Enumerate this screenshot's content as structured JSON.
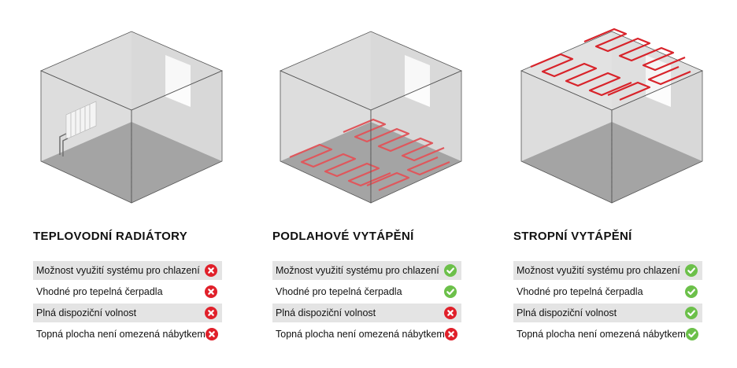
{
  "columns": [
    {
      "title": "TEPLOVODNÍ RADIÁTORY",
      "illustration": "radiator-room",
      "rows": [
        {
          "label": "Možnost využití systému pro chlazení",
          "status": "no"
        },
        {
          "label": "Vhodné pro tepelná čerpadla",
          "status": "no"
        },
        {
          "label": "Plná dispoziční volnost",
          "status": "no"
        },
        {
          "label": "Topná plocha není omezená nábytkem",
          "status": "no"
        }
      ]
    },
    {
      "title": "PODLAHOVÉ VYTÁPĚNÍ",
      "illustration": "floor-heating-room",
      "rows": [
        {
          "label": "Možnost využití systému pro chlazení",
          "status": "yes"
        },
        {
          "label": "Vhodné pro tepelná čerpadla",
          "status": "yes"
        },
        {
          "label": "Plná dispoziční volnost",
          "status": "no"
        },
        {
          "label": "Topná plocha není omezená nábytkem",
          "status": "no"
        }
      ]
    },
    {
      "title": "STROPNÍ VYTÁPĚNÍ",
      "illustration": "ceiling-heating-room",
      "rows": [
        {
          "label": "Možnost využití systému pro chlazení",
          "status": "yes"
        },
        {
          "label": "Vhodné pro tepelná čerpadla",
          "status": "yes"
        },
        {
          "label": "Plná dispoziční volnost",
          "status": "yes"
        },
        {
          "label": "Topná plocha není omezená nábytkem",
          "status": "yes"
        }
      ]
    }
  ],
  "colors": {
    "yes": "#6cc04a",
    "no": "#e0202a",
    "pipe": "#d8232a",
    "row_shade": "#e4e4e4"
  }
}
